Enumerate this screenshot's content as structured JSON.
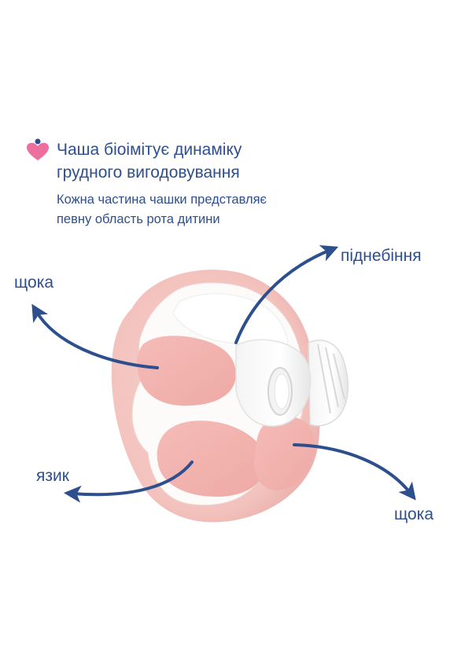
{
  "header": {
    "title": "Чаша біоімітує динаміку\nгрудного вигодовування",
    "subtitle": "Кожна частина чашки представляє\nпевну область рота дитини"
  },
  "labels": {
    "palate": "піднебіння",
    "cheek_left": "щока",
    "tongue": "язик",
    "cheek_right": "щока"
  },
  "colors": {
    "text": "#2d4f8e",
    "arrow": "#2d4f8e",
    "cup_pink": "#f6c7c4",
    "icon_pink": "#ec6f9f"
  }
}
